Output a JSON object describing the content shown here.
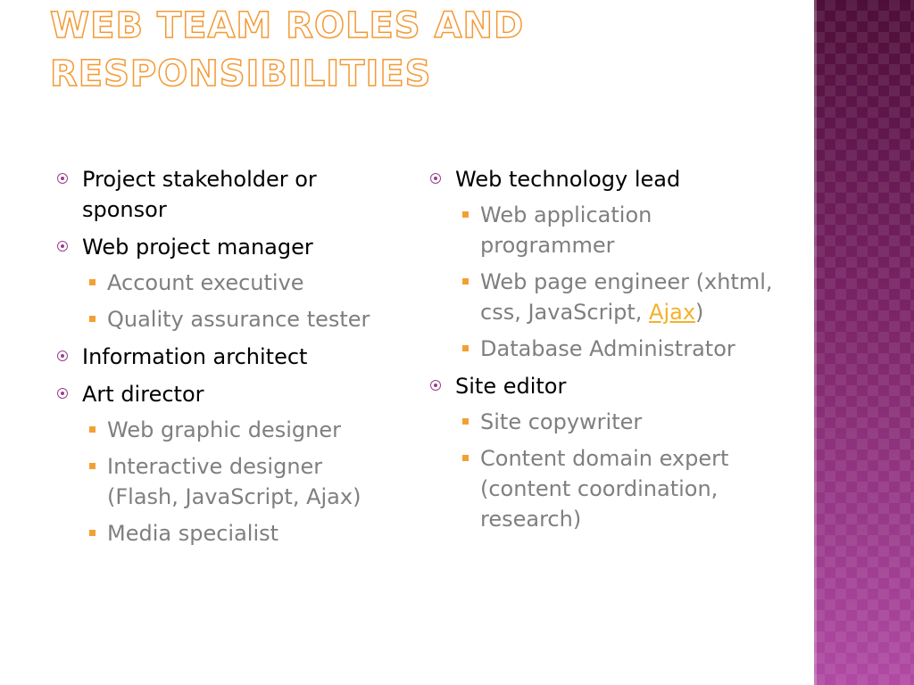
{
  "slide": {
    "title_line1": "Web Team Roles and",
    "title_line2": "Responsibilities",
    "colors": {
      "title_outline": "#f39a34",
      "bullet_primary": "#9b3f8e",
      "bullet_secondary": "#f3a033",
      "link": "#f3b229",
      "band_top": "#4e0e3a",
      "band_bottom": "#b04aa4"
    },
    "left_column": {
      "items": [
        {
          "label": "Project stakeholder or sponsor"
        },
        {
          "label": "Web project manager",
          "subitems": [
            "Account executive",
            "Quality assurance tester"
          ]
        },
        {
          "label": "Information architect"
        },
        {
          "label": "Art director",
          "subitems": [
            "Web graphic designer",
            "Interactive designer (Flash, JavaScript, Ajax)",
            "Media specialist"
          ]
        }
      ]
    },
    "right_column": {
      "items": [
        {
          "label": "Web technology lead",
          "subitems": [
            "Web application programmer"
          ],
          "page_engineer_prefix": "Web page engineer (xhtml, css, JavaScript, ",
          "page_engineer_link": "Ajax",
          "page_engineer_suffix": ")",
          "subitem_last": "Database Administrator"
        },
        {
          "label": "Site editor",
          "subitems": [
            "Site copywriter",
            "Content domain expert (content coordination, research)"
          ]
        }
      ]
    }
  }
}
